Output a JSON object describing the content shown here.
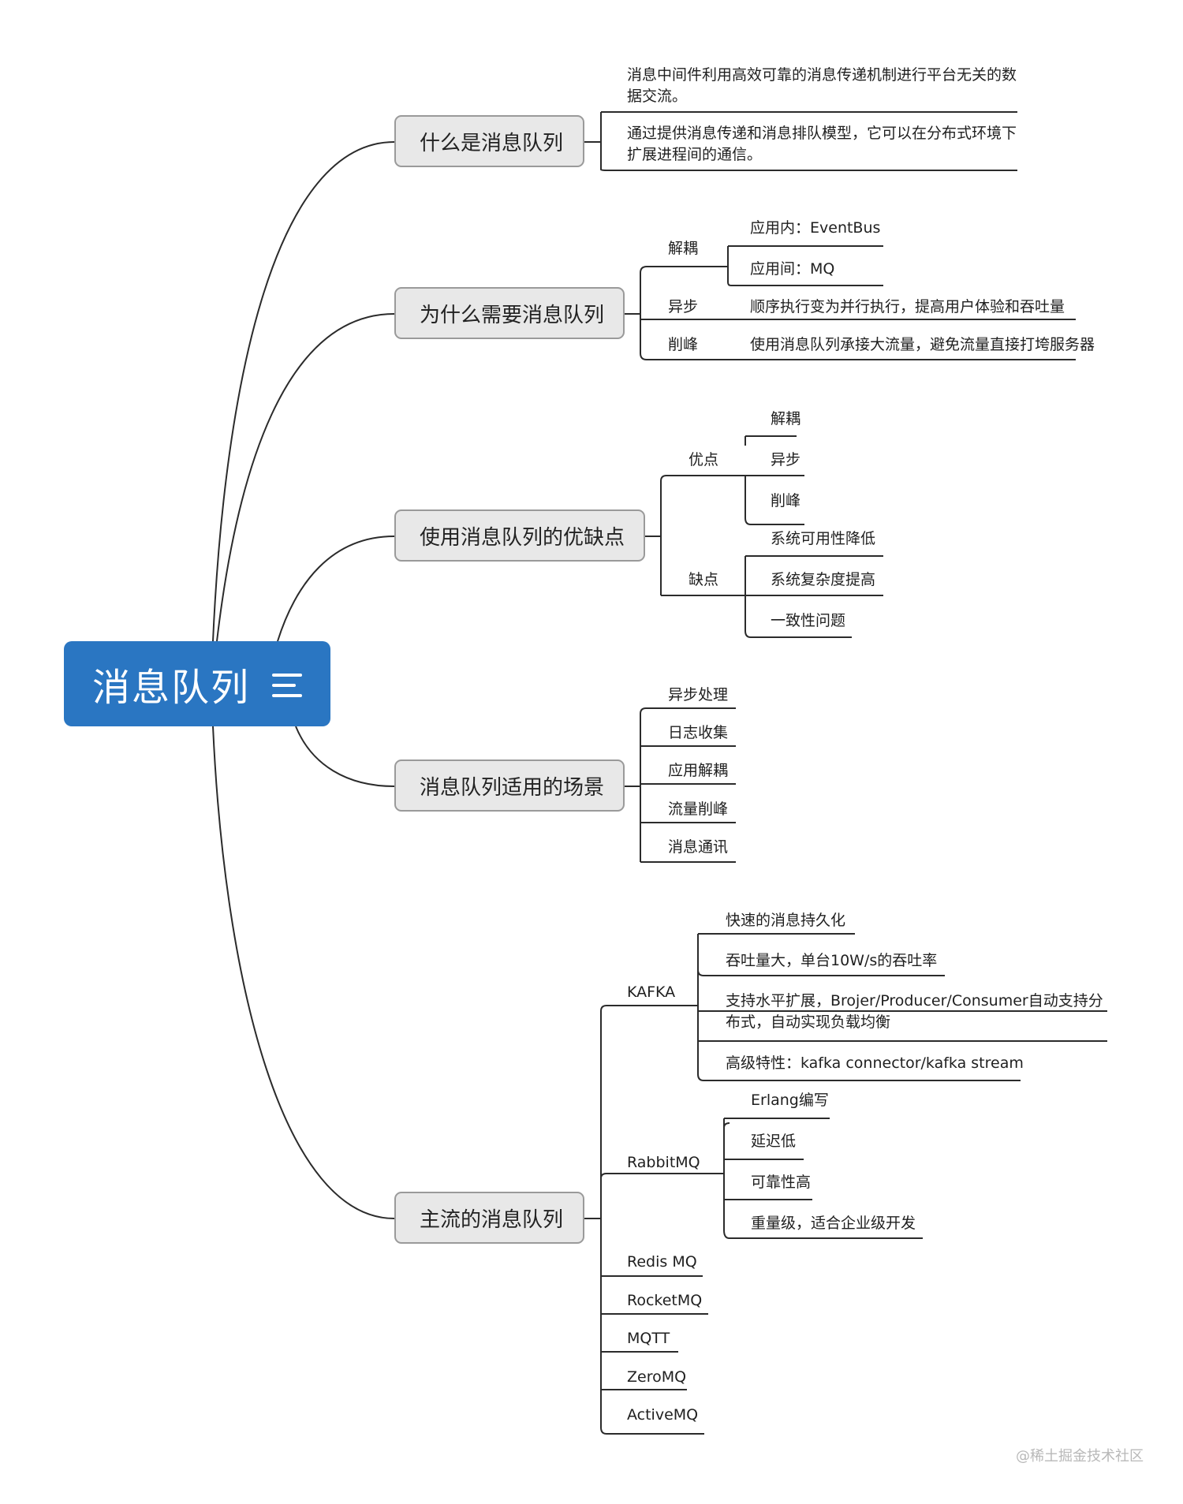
{
  "root": {
    "label": "消息队列",
    "icon": "menu-lines-icon"
  },
  "topics": [
    {
      "label": "什么是消息队列",
      "children": [
        "消息中间件利用高效可靠的消息传递机制进行平台无关的数据交流。",
        "通过提供消息传递和消息排队模型，它可以在分布式环境下扩展进程间的通信。"
      ]
    },
    {
      "label": "为什么需要消息队列",
      "children": [
        {
          "label": "解耦",
          "children": [
            "应用内：EventBus",
            "应用间：MQ"
          ]
        },
        {
          "label": "异步",
          "children": [
            "顺序执行变为并行执行，提高用户体验和吞吐量"
          ]
        },
        {
          "label": "削峰",
          "children": [
            "使用消息队列承接大流量，避免流量直接打垮服务器"
          ]
        }
      ]
    },
    {
      "label": "使用消息队列的优缺点",
      "children": [
        {
          "label": "优点",
          "children": [
            "解耦",
            "异步",
            "削峰"
          ]
        },
        {
          "label": "缺点",
          "children": [
            "系统可用性降低",
            "系统复杂度提高",
            "一致性问题"
          ]
        }
      ]
    },
    {
      "label": "消息队列适用的场景",
      "children": [
        "异步处理",
        "日志收集",
        "应用解耦",
        "流量削峰",
        "消息通讯"
      ]
    },
    {
      "label": "主流的消息队列",
      "children": [
        {
          "label": "KAFKA",
          "children": [
            "快速的消息持久化",
            "吞吐量大，单台10W/s的吞吐率",
            "支持水平扩展，Brojer/Producer/Consumer自动支持分布式，自动实现负载均衡",
            "高级特性：kafka connector/kafka stream"
          ]
        },
        {
          "label": "RabbitMQ",
          "children": [
            "Erlang编写",
            "延迟低",
            "可靠性高",
            "重量级，适合企业级开发"
          ]
        },
        {
          "label": "Redis MQ",
          "children": []
        },
        {
          "label": "RocketMQ",
          "children": []
        },
        {
          "label": "MQTT",
          "children": []
        },
        {
          "label": "ZeroMQ",
          "children": []
        },
        {
          "label": "ActiveMQ",
          "children": []
        }
      ]
    }
  ],
  "watermark": "@稀土掘金技术社区",
  "colors": {
    "root": "#2a76c2",
    "line": "#2b2b2b",
    "topic_fill": "#e8e8e8",
    "topic_border": "#9a9a9a"
  }
}
